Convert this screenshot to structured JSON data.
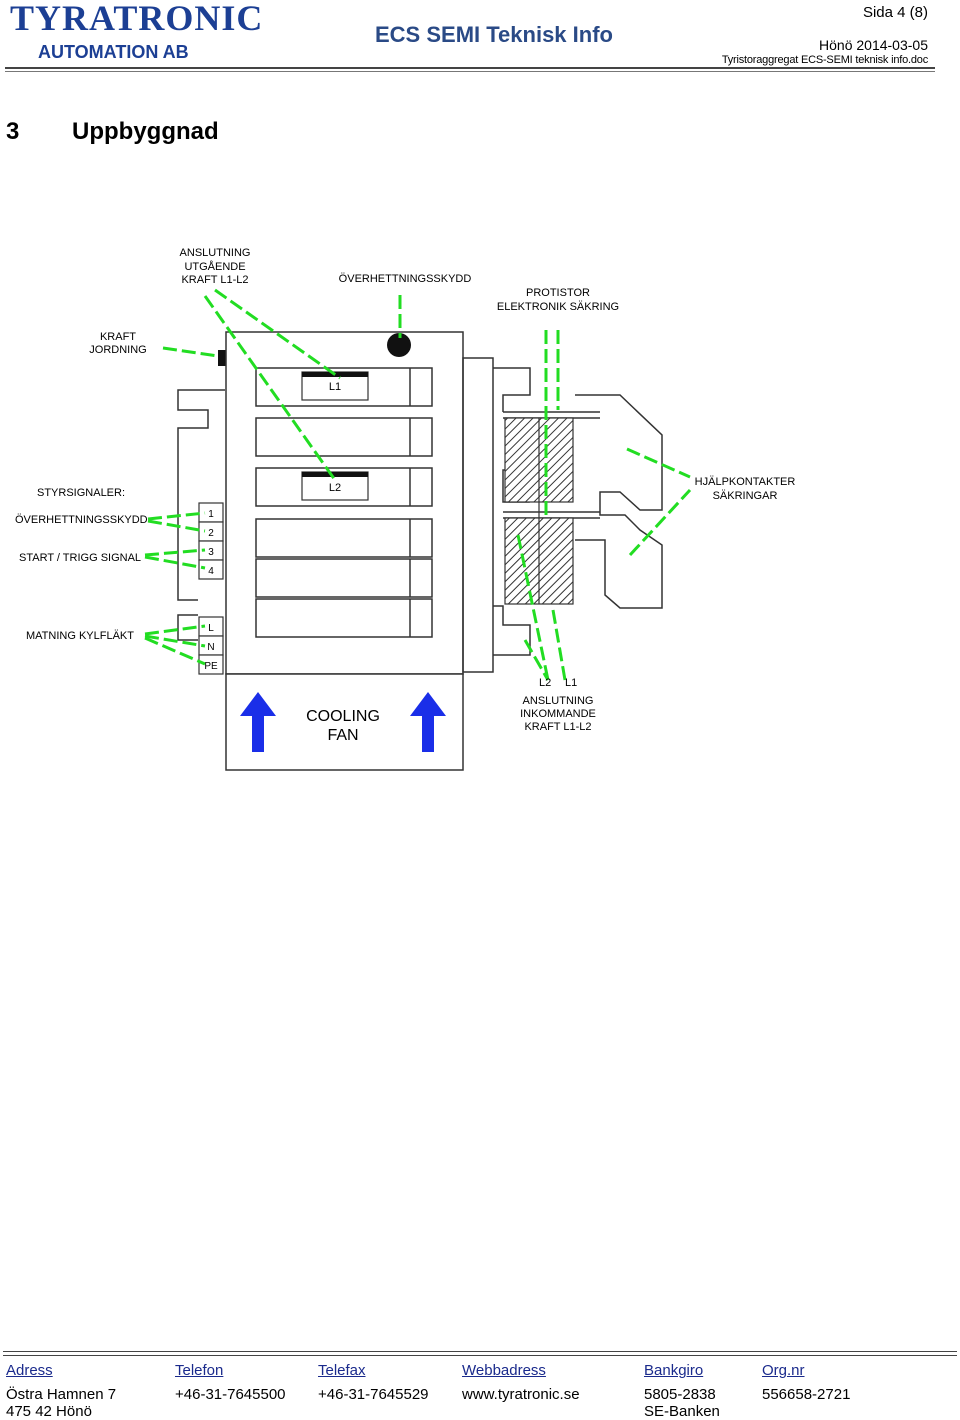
{
  "header": {
    "logo_text": "TYRATRONIC",
    "logo_sub": "AUTOMATION AB",
    "doc_title": "ECS SEMI Teknisk Info",
    "page": "Sida 4 (8)",
    "date": "Hönö 2014-03-05",
    "filename": "Tyristoraggregat ECS-SEMI teknisk info.doc"
  },
  "section": {
    "number": "3",
    "title": "Uppbyggnad"
  },
  "diagram": {
    "labels": {
      "anslutning_utgaende": [
        "ANSLUTNING",
        "UTGÅENDE",
        "KRAFT L1-L2"
      ],
      "overhettningsskydd_top": "ÖVERHETTNINGSSKYDD",
      "protistor": [
        "PROTISTOR",
        "ELEKTRONIK SÄKRING"
      ],
      "kraft_jordning": [
        "KRAFT",
        "JORDNING"
      ],
      "styrsignaler": "STYRSIGNALER:",
      "overhettningsskydd_left": "ÖVERHETTNINGSSKYDD",
      "start_trigg": "START / TRIGG SIGNAL",
      "matning_kylflakt": "MATNING KYLFLÄKT",
      "hjalpkontakter": [
        "HJÄLPKONTAKTER",
        "SÄKRINGAR"
      ],
      "anslutning_inkommande": [
        "ANSLUTNING",
        "INKOMMANDE",
        "KRAFT L1-L2"
      ],
      "in_l2": "L2",
      "in_l1": "L1",
      "module_l1": "L1",
      "module_l2": "L2",
      "cooling_fan": [
        "COOLING",
        "FAN"
      ]
    },
    "signal_terminals": [
      "1",
      "2",
      "3",
      "4"
    ],
    "power_terminals": [
      "L",
      "N",
      "PE"
    ],
    "colors": {
      "callout": "#22dd22",
      "fan_arrow": "#1a2ee8",
      "outline": "#333333"
    }
  },
  "footer": {
    "columns": [
      {
        "head": "Adress",
        "lines": [
          "Östra Hamnen 7",
          "475 42 Hönö"
        ]
      },
      {
        "head": "Telefon",
        "lines": [
          "+46-31-7645500"
        ]
      },
      {
        "head": "Telefax",
        "lines": [
          "+46-31-7645529"
        ]
      },
      {
        "head": "Webbadress",
        "lines": [
          "www.tyratronic.se"
        ]
      },
      {
        "head": "Bankgiro",
        "lines": [
          "5805-2838",
          "SE-Banken"
        ]
      },
      {
        "head": "Org.nr",
        "lines": [
          "556658-2721"
        ]
      }
    ]
  }
}
